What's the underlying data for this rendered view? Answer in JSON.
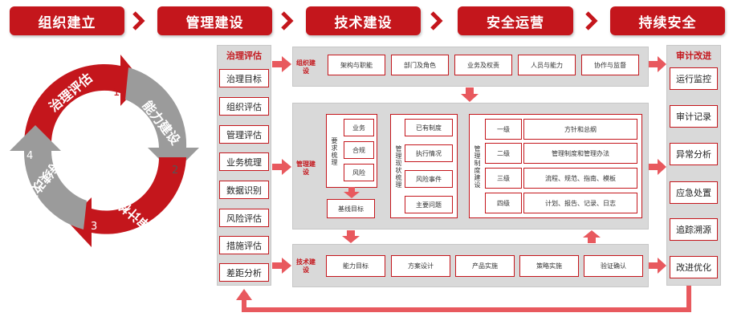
{
  "phases": [
    "组织建立",
    "管理建设",
    "技术建设",
    "安全运营",
    "持续安全"
  ],
  "colors": {
    "brand_red": "#c4161c",
    "panel_grey": "#d9d9d9",
    "cycle_grey": "#9b9b9b"
  },
  "cycle": {
    "steps": [
      {
        "num": "1",
        "label": "治理评估"
      },
      {
        "num": "2",
        "label": "能力建设"
      },
      {
        "num": "3",
        "label": "审计检查"
      },
      {
        "num": "4",
        "label": "持续改进"
      }
    ]
  },
  "left_column": {
    "title": "治理评估",
    "items": [
      "治理目标",
      "组织评估",
      "管理评估",
      "业务梳理",
      "数据识别",
      "风险评估",
      "措施评估",
      "差距分析"
    ]
  },
  "org_row": {
    "label": "组织建设",
    "items": [
      "架构与职能",
      "部门及角色",
      "业务及权责",
      "人员与能力",
      "协作与监督"
    ]
  },
  "mgmt": {
    "label": "管理建设",
    "requirement": {
      "title": "要求梳理",
      "items": [
        "业务",
        "合规",
        "风险"
      ],
      "baseline": "基线目标"
    },
    "status": {
      "title": "管理现状梳理",
      "items": [
        "已有制度",
        "执行情况",
        "风险事件",
        "主要问题"
      ]
    },
    "system": {
      "title": "管理制度建设",
      "levels": [
        {
          "level": "一级",
          "desc": "方针和总纲"
        },
        {
          "level": "二级",
          "desc": "管理制度和管理办法"
        },
        {
          "level": "三级",
          "desc": "流程、规范、指南、模板"
        },
        {
          "level": "四级",
          "desc": "计划、报告、记录、日志"
        }
      ]
    }
  },
  "tech_row": {
    "label": "技术建设",
    "items": [
      "能力目标",
      "方案设计",
      "产品实施",
      "策略实施",
      "验证确认"
    ]
  },
  "right_column": {
    "title": "审计改进",
    "items": [
      "运行监控",
      "审计记录",
      "异常分析",
      "应急处置",
      "追踪溯源",
      "改进优化"
    ]
  }
}
